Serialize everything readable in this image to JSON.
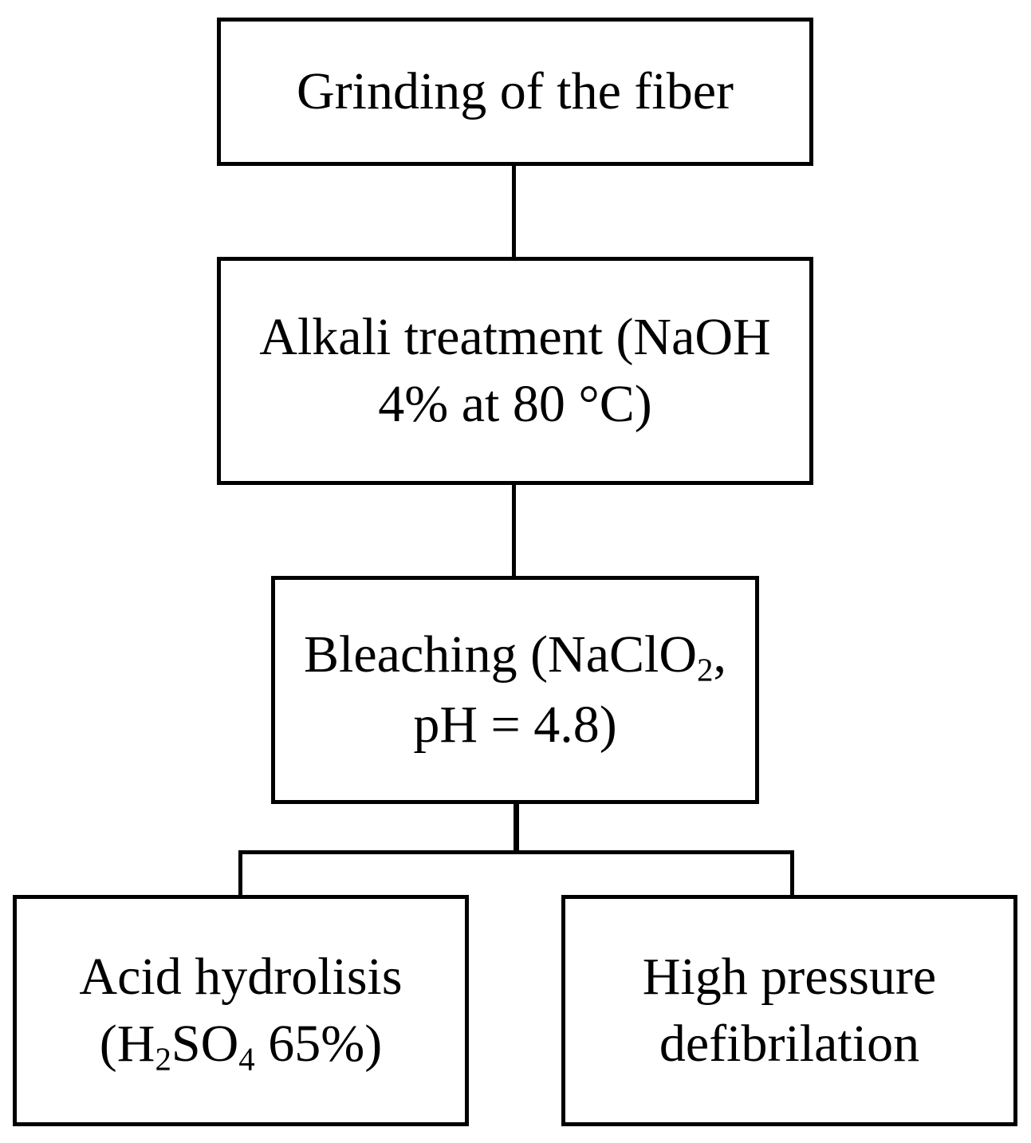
{
  "steps": {
    "grinding": {
      "text": "Grinding of the fiber"
    },
    "alkali": {
      "line1": "Alkali treatment (NaOH",
      "line2": "4%  at 80 °C)"
    },
    "bleaching": {
      "line1_main": "Bleaching (NaClO",
      "line1_sub": "2",
      "line1_end": ",",
      "line2": "pH = 4.8)"
    },
    "acid": {
      "line1": "Acid hydrolisis",
      "line2_a": "(H",
      "line2_sub1": "2",
      "line2_b": "SO",
      "line2_sub2": "4",
      "line2_c": " 65%)"
    },
    "hpd": {
      "line1": "High pressure",
      "line2": "defibrilation"
    }
  },
  "style": {
    "line_color": "#000000",
    "background": "#ffffff"
  }
}
